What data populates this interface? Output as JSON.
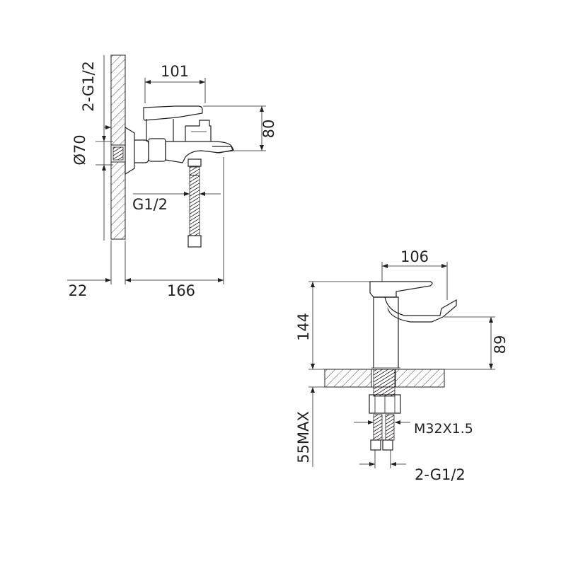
{
  "bath_mixer": {
    "dims": {
      "spout_top_width": "101",
      "height": "80",
      "thread_top": "2-G1/2",
      "escutcheon_dia": "Ø70",
      "outlet_thread": "G1/2",
      "wall_offset": "22",
      "projection": "166"
    }
  },
  "basin_mixer": {
    "dims": {
      "reach": "106",
      "total_height": "144",
      "spout_height": "89",
      "counter_max": "55MAX",
      "stud_thread": "M32X1.5",
      "hose_thread": "2-G1/2"
    }
  }
}
